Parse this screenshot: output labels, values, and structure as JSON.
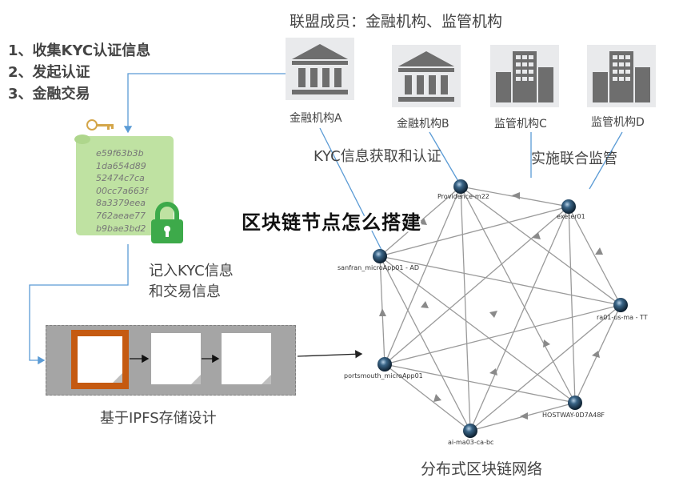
{
  "header": {
    "alliance_title": "联盟成员：金融机构、监管机构"
  },
  "steps": [
    "1、收集KYC认证信息",
    "2、发起认证",
    "3、金融交易"
  ],
  "institutions": [
    {
      "label": "金融机构A",
      "icon": "bank-icon"
    },
    {
      "label": "金融机构B",
      "icon": "bank-icon"
    },
    {
      "label": "监管机构C",
      "icon": "building-icon"
    },
    {
      "label": "监管机构D",
      "icon": "building-icon"
    }
  ],
  "labels": {
    "kyc_auth": "KYC信息获取和认证",
    "supervision": "实施联合监管",
    "record": [
      "记入KYC信息",
      "和交易信息"
    ],
    "ipfs": "基于IPFS存储设计",
    "network": "分布式区块链网络",
    "overlay_title": "区块链节点怎么搭建"
  },
  "hashes": [
    "e59f63b3b",
    "1da654d89",
    "52474c7ca",
    "00cc7a663f",
    "8a3379eea",
    "762aeae77",
    "b9bae3bd2"
  ],
  "network_nodes": [
    {
      "id": "providence",
      "label": "Providence-m22"
    },
    {
      "id": "exeter",
      "label": "exeter01"
    },
    {
      "id": "ra01",
      "label": "ra01-us-ma - TT"
    },
    {
      "id": "hostway",
      "label": "HOSTWAY-0D7A48F"
    },
    {
      "id": "aimas",
      "label": "ai-ma03-ca-bc"
    },
    {
      "id": "portsmouth",
      "label": "portsmouth_microApp01"
    },
    {
      "id": "sanfran",
      "label": "sanfran_microApp01 - AD"
    }
  ],
  "colors": {
    "green_scroll": "#bfe2a2",
    "lock_green": "#3daa4a",
    "doc_orange": "#c55a11",
    "ipfs_gray": "#a5a5a5",
    "connector_blue": "#5b9bd5",
    "node_dark": "#1f3850"
  }
}
